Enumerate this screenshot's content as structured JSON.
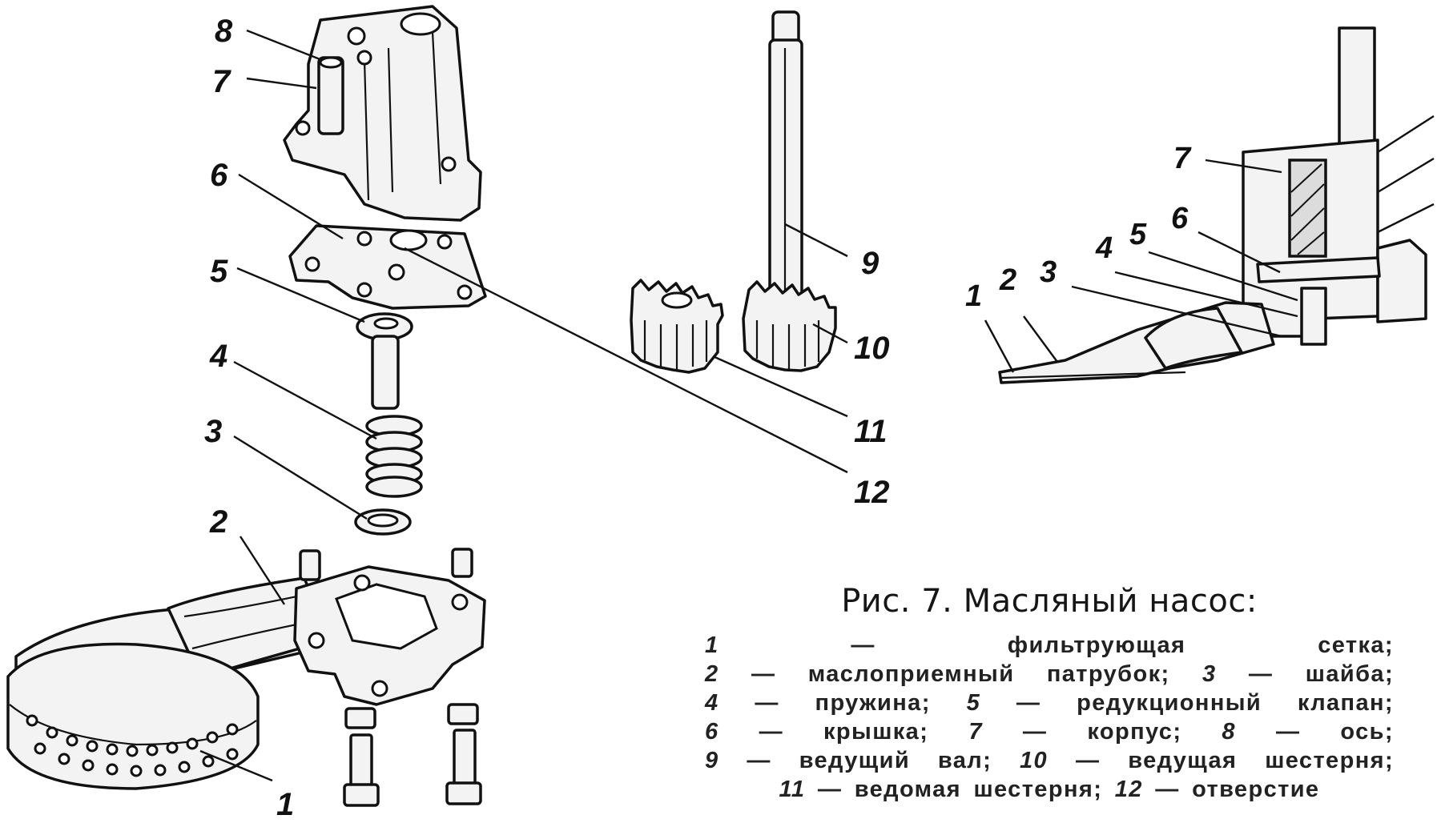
{
  "figure": {
    "title": "Рис. 7. Масляный насос:",
    "legend": [
      {
        "num": "1",
        "text": "фильтрующая сетка"
      },
      {
        "num": "2",
        "text": "маслоприемный патрубок"
      },
      {
        "num": "3",
        "text": "шайба"
      },
      {
        "num": "4",
        "text": "пружина"
      },
      {
        "num": "5",
        "text": "редукционный клапан"
      },
      {
        "num": "6",
        "text": "крышка"
      },
      {
        "num": "7",
        "text": "корпус"
      },
      {
        "num": "8",
        "text": "ось"
      },
      {
        "num": "9",
        "text": "ведущий вал"
      },
      {
        "num": "10",
        "text": "ведущая шестерня"
      },
      {
        "num": "11",
        "text": "ведомая шестерня"
      },
      {
        "num": "12",
        "text": "отверстие"
      }
    ],
    "separator": " — ",
    "item_delimiter": "; "
  },
  "callouts": {
    "exploded": [
      "8",
      "7",
      "6",
      "5",
      "4",
      "3",
      "2",
      "1",
      "9",
      "10",
      "11",
      "12"
    ],
    "section": [
      "7",
      "6",
      "5",
      "4",
      "3",
      "2",
      "1"
    ]
  }
}
